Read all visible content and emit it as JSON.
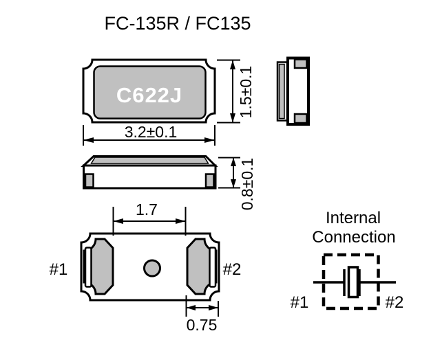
{
  "title": "FC-135R / FC135",
  "colors": {
    "outline": "#000000",
    "body_gray": "#c0c0c0",
    "marking_text": "#ffffff",
    "background": "#ffffff"
  },
  "views": {
    "top": {
      "marking": "C622J",
      "width_dim": "3.2±0.1",
      "height_dim": "1.5±0.1"
    },
    "side": {
      "thickness_dim": "0.8±0.1"
    },
    "bottom": {
      "pin1_label": "#1",
      "pin2_label": "#2",
      "pad_gap_dim": "1.7",
      "pad_width_dim": "0.75"
    }
  },
  "internal_connection": {
    "title_line1": "Internal",
    "title_line2": "Connection",
    "pin1_label": "#1",
    "pin2_label": "#2"
  }
}
